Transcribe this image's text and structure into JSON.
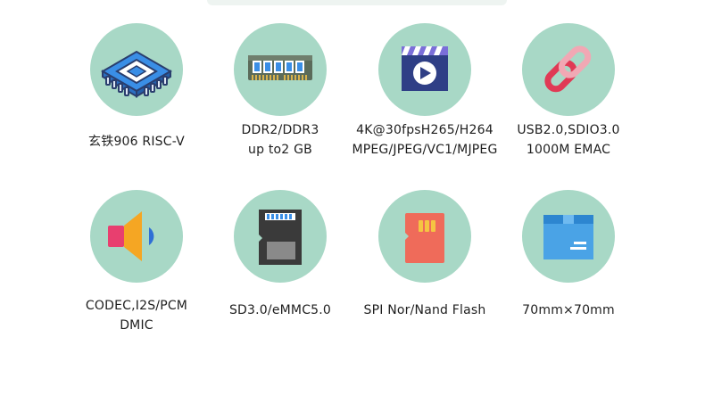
{
  "features": [
    {
      "icon": "processor-chip-icon",
      "lines": [
        "玄铁906 RISC-V"
      ]
    },
    {
      "icon": "memory-module-icon",
      "lines": [
        "DDR2/DDR3",
        "up to2 GB"
      ]
    },
    {
      "icon": "video-play-icon",
      "lines": [
        "4K@30fpsH265/H264",
        "MPEG/JPEG/VC1/MJPEG"
      ]
    },
    {
      "icon": "chain-link-icon",
      "lines": [
        "USB2.0,SDIO3.0",
        "1000M EMAC"
      ]
    },
    {
      "icon": "speaker-audio-icon",
      "lines": [
        "CODEC,I2S/PCM",
        "DMIC"
      ]
    },
    {
      "icon": "sd-card-icon",
      "lines": [
        "SD3.0/eMMC5.0"
      ]
    },
    {
      "icon": "flash-card-icon",
      "lines": [
        "SPI Nor/Nand Flash"
      ]
    },
    {
      "icon": "box-package-icon",
      "lines": [
        "70mm×70mm"
      ]
    }
  ],
  "colors": {
    "circle": "#a8d8c6",
    "text": "#1e1e1e"
  }
}
